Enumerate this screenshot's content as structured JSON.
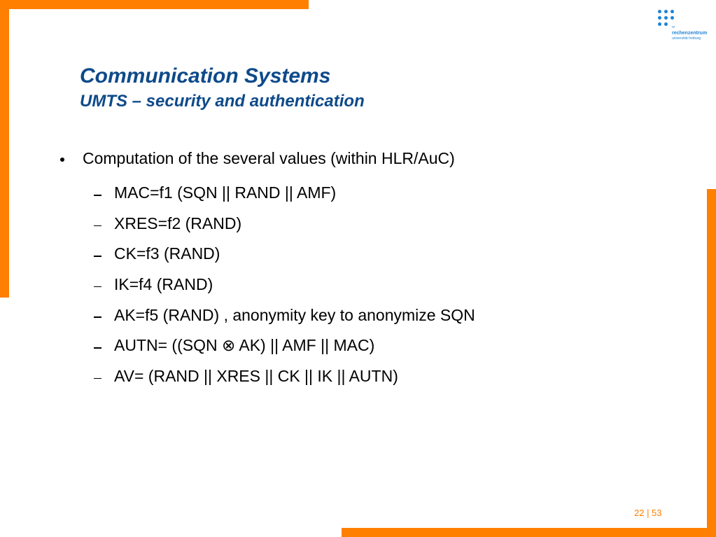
{
  "colors": {
    "accent": "#ff7f00",
    "title": "#0e4a8a",
    "logo": "#1f83d6"
  },
  "logo": {
    "rz": "rz",
    "name": "rechenzentrum",
    "sub": "universität freiburg"
  },
  "slide": {
    "title": "Communication Systems",
    "subtitle": "UMTS – security and authentication",
    "main_bullet": "Computation of the several values (within HLR/AuC)",
    "sub_bullets": [
      "MAC=f1 (SQN || RAND || AMF)",
      "XRES=f2 (RAND)",
      "CK=f3 (RAND)",
      "IK=f4 (RAND)",
      "AK=f5 (RAND) , anonymity key to anonymize SQN",
      "AUTN= ((SQN ⊗ AK) || AMF || MAC)",
      "AV= (RAND || XRES || CK || IK || AUTN)"
    ]
  },
  "footer": {
    "page_number": "22 | 53"
  }
}
